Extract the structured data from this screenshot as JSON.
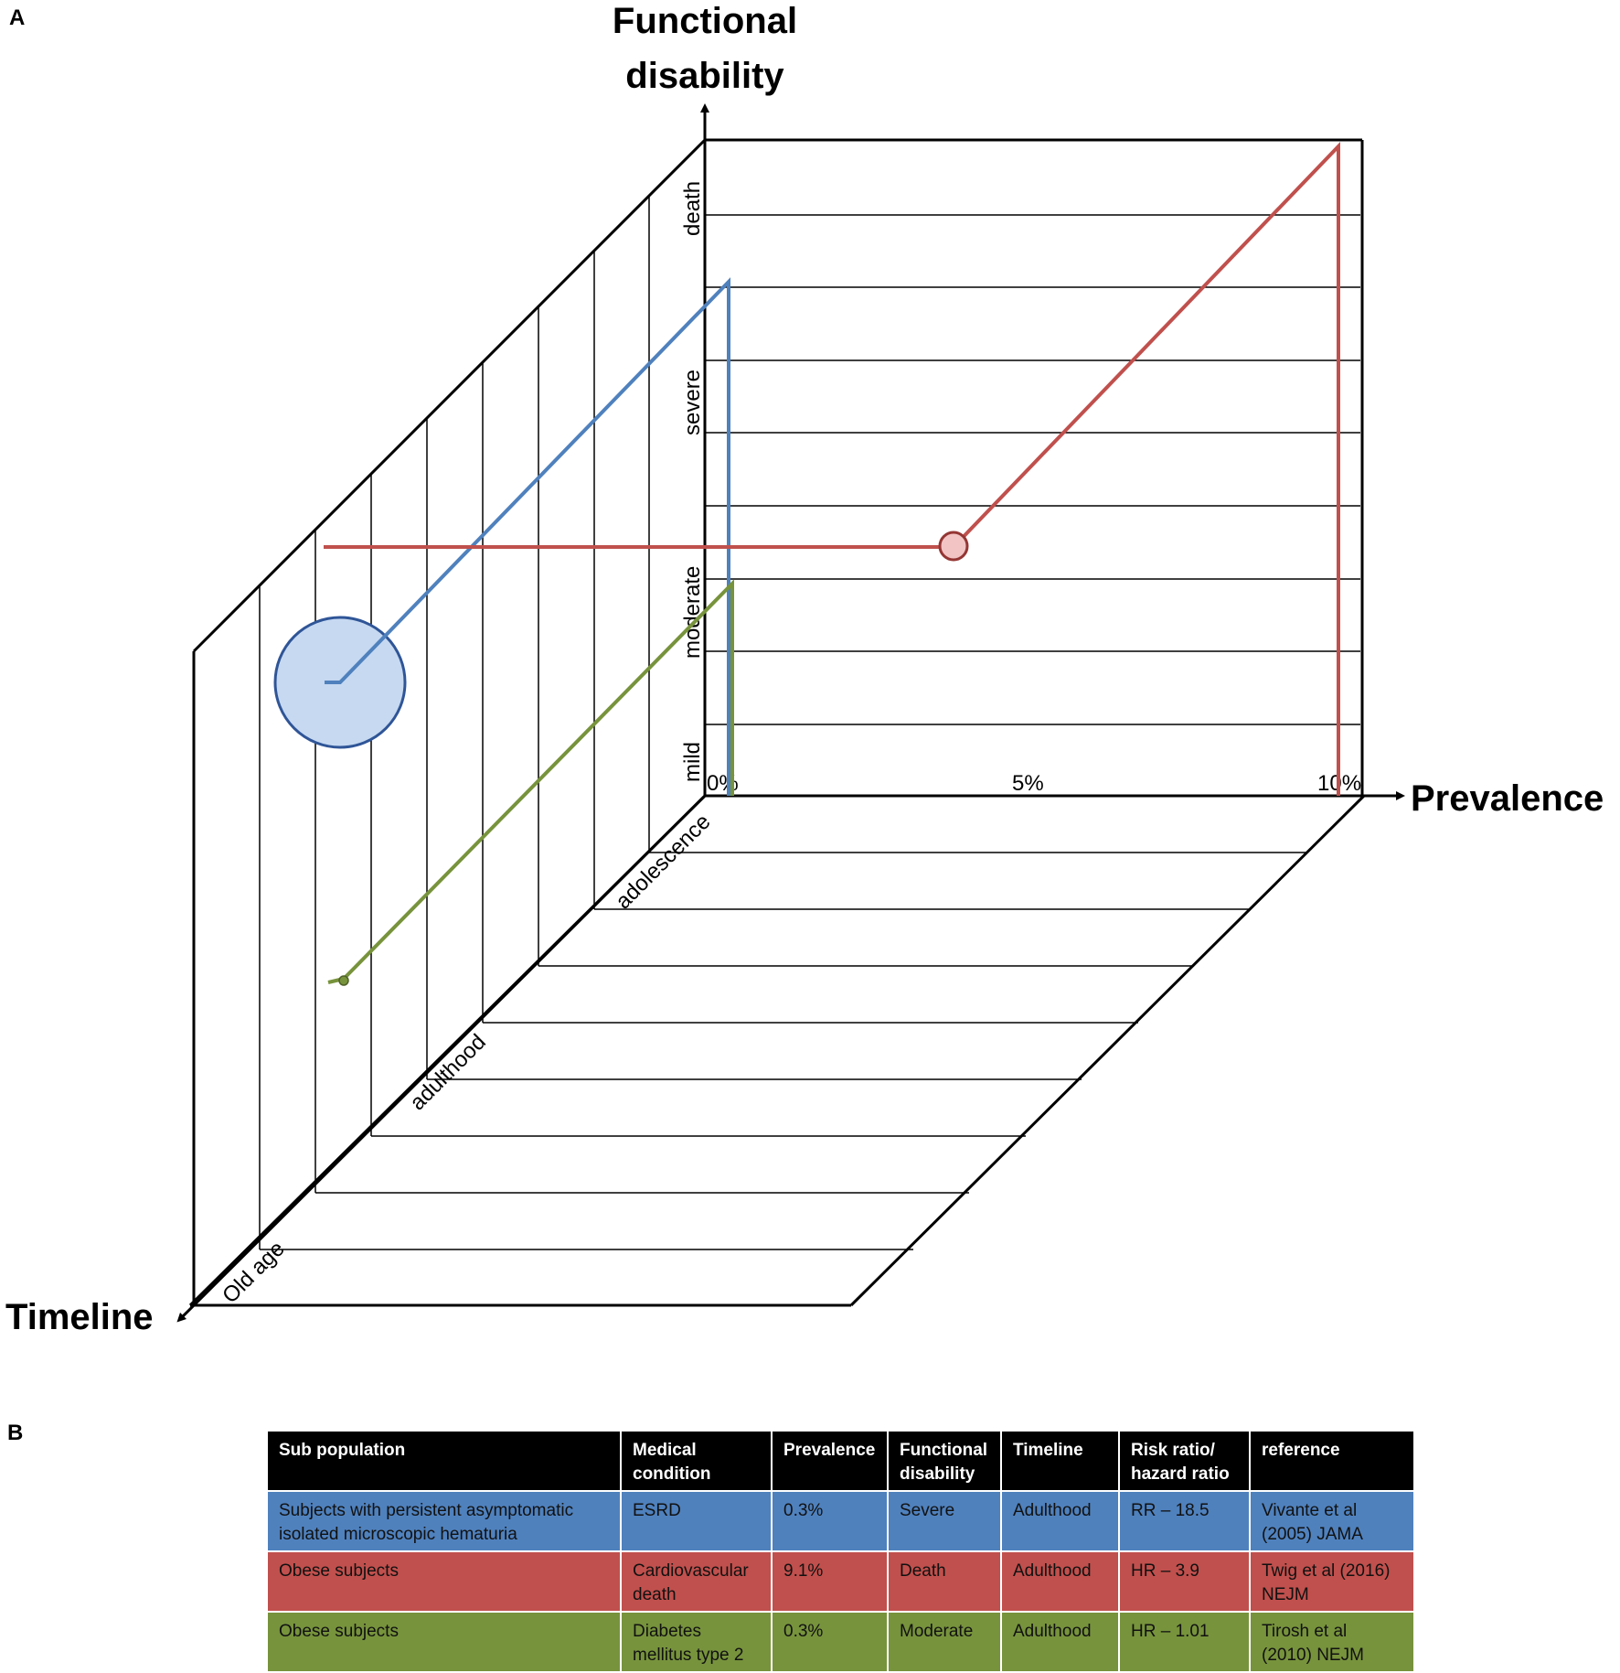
{
  "panel_a": {
    "label": "A",
    "axes": {
      "vertical_title_line1": "Functional",
      "vertical_title_line2": "disability",
      "horizontal_title": "Prevalence",
      "depth_title": "Timeline"
    },
    "disability_levels": [
      "mild",
      "moderate",
      "severe",
      "death"
    ],
    "prevalence_ticks": [
      "0%",
      "5%",
      "10%"
    ],
    "timeline_ticks": [
      "adolescence",
      "adulthood",
      "Old age"
    ]
  },
  "panel_b": {
    "label": "B",
    "table": {
      "headers": [
        [
          "Sub population"
        ],
        [
          "Medical",
          "condition"
        ],
        [
          "Prevalence"
        ],
        [
          "Functional",
          "disability"
        ],
        [
          "Timeline"
        ],
        [
          "Risk ratio/",
          "hazard ratio"
        ],
        [
          "reference"
        ]
      ],
      "rows": [
        {
          "color": "#4f81bd",
          "cells": [
            [
              "Subjects with persistent asymptomatic",
              "isolated microscopic hematuria"
            ],
            [
              "ESRD"
            ],
            [
              "0.3%"
            ],
            [
              "Severe"
            ],
            [
              "Adulthood"
            ],
            [
              "RR – 18.5"
            ],
            [
              "Vivante et al",
              "(2005) JAMA"
            ]
          ]
        },
        {
          "color": "#c0504d",
          "cells": [
            [
              "Obese subjects"
            ],
            [
              "Cardiovascular",
              "death"
            ],
            [
              "9.1%"
            ],
            [
              "Death"
            ],
            [
              "Adulthood"
            ],
            [
              "HR – 3.9"
            ],
            [
              "Twig et al (2016)",
              "NEJM"
            ]
          ]
        },
        {
          "color": "#77933c",
          "cells": [
            [
              "Obese subjects"
            ],
            [
              "Diabetes",
              "mellitus type 2"
            ],
            [
              "0.3%"
            ],
            [
              "Moderate"
            ],
            [
              "Adulthood"
            ],
            [
              "HR – 1.01"
            ],
            [
              "Tirosh et al",
              "(2010) NEJM"
            ]
          ]
        }
      ]
    }
  },
  "colors": {
    "blue": "#4f81bd",
    "red": "#c0504d",
    "green": "#77933c",
    "blue_circle_fill": "#c6d9f1",
    "blue_circle_stroke": "#2f5597",
    "red_marker_fill": "#f2c4c4",
    "red_marker_stroke": "#943634"
  }
}
